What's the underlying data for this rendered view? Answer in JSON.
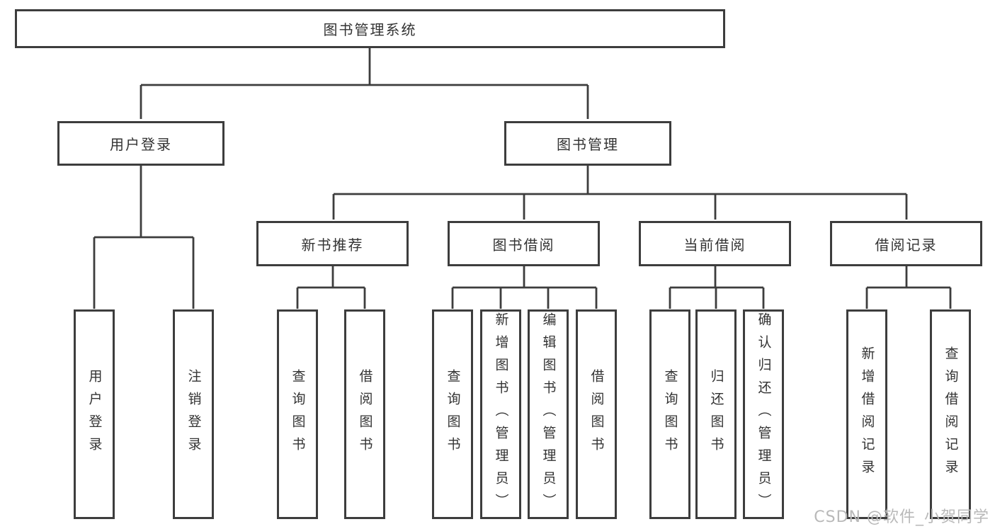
{
  "diagram": {
    "root": {
      "label": "图书管理系统",
      "children": [
        {
          "label": "用户登录",
          "children": [
            {
              "label": "用户登录"
            },
            {
              "label": "注销登录"
            }
          ]
        },
        {
          "label": "图书管理",
          "children": [
            {
              "label": "新书推荐",
              "children": [
                {
                  "label": "查询图书"
                },
                {
                  "label": "借阅图书"
                }
              ]
            },
            {
              "label": "图书借阅",
              "children": [
                {
                  "label": "查询图书"
                },
                {
                  "label": "新增图书（管理员）"
                },
                {
                  "label": "编辑图书（管理员）"
                },
                {
                  "label": "借阅图书"
                }
              ]
            },
            {
              "label": "当前借阅",
              "children": [
                {
                  "label": "查询图书"
                },
                {
                  "label": "归还图书"
                },
                {
                  "label": "确认归还（管理员）"
                }
              ]
            },
            {
              "label": "借阅记录",
              "children": [
                {
                  "label": "新增借阅记录"
                },
                {
                  "label": "查询借阅记录"
                }
              ]
            }
          ]
        }
      ]
    }
  },
  "watermark": {
    "text": "CSDN @软件_小贺同学"
  },
  "colors": {
    "line": "#3d3d3d",
    "text": "#333333",
    "watermark": "#b9b9b9",
    "background": "#ffffff"
  }
}
